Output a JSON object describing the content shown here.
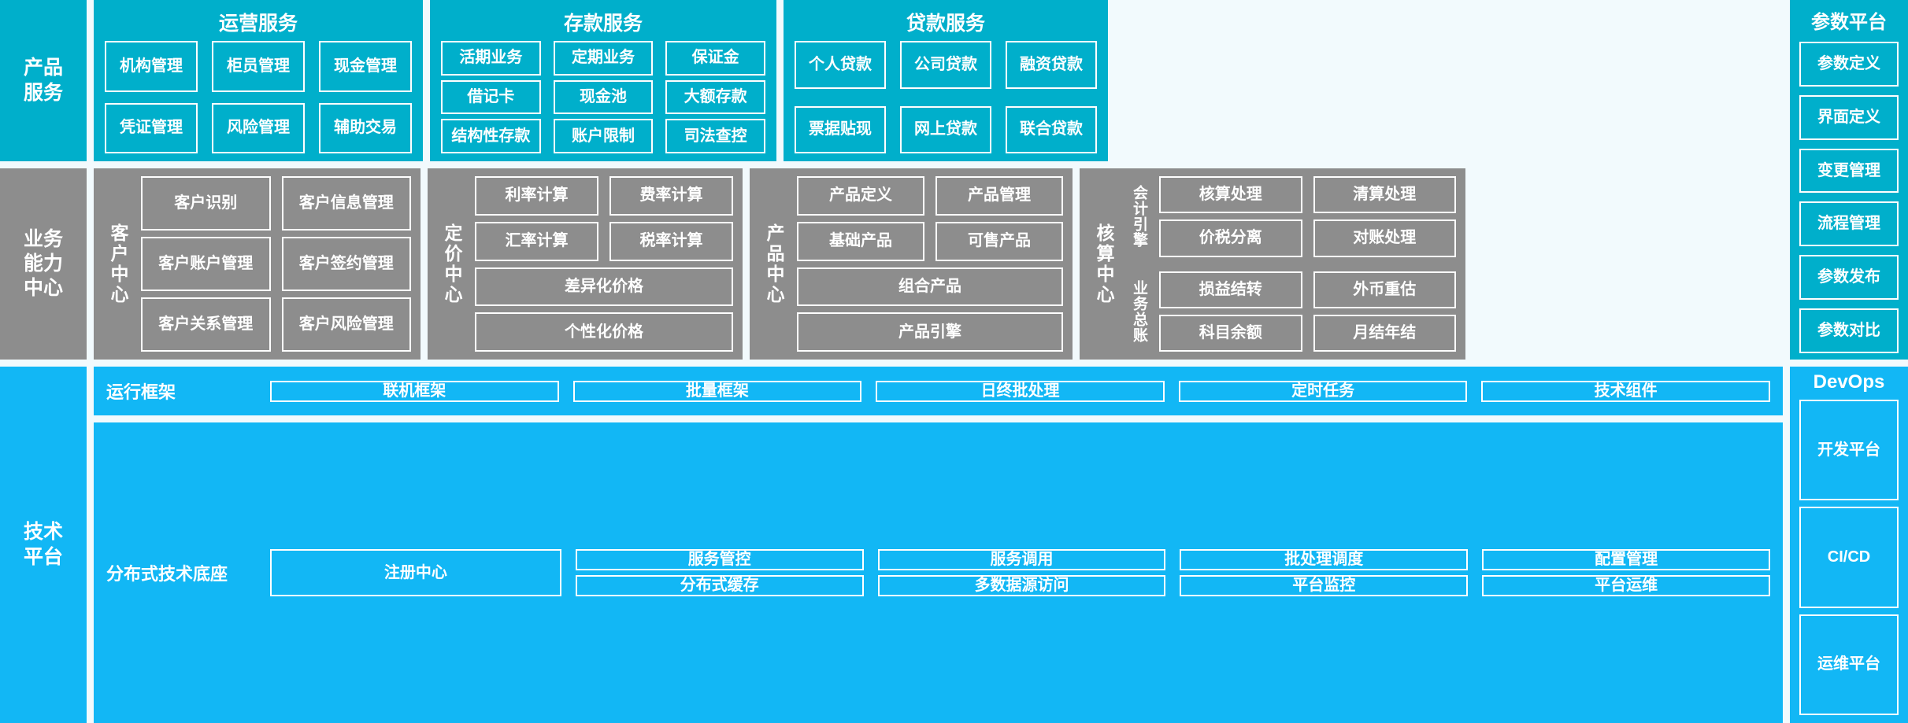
{
  "layers": {
    "product_services": {
      "rail_label": "产品\n服务",
      "groups": [
        {
          "title": "运营服务",
          "items": [
            "机构管理",
            "柜员管理",
            "现金管理",
            "凭证管理",
            "风险管理",
            "辅助交易"
          ]
        },
        {
          "title": "存款服务",
          "items": [
            "活期业务",
            "定期业务",
            "保证金",
            "借记卡",
            "现金池",
            "大额存款",
            "结构性存款",
            "账户限制",
            "司法查控"
          ]
        },
        {
          "title": "贷款服务",
          "items": [
            "个人贷款",
            "公司贷款",
            "融资贷款",
            "票据贴现",
            "网上贷款",
            "联合贷款"
          ]
        }
      ]
    },
    "business_capability": {
      "rail_label": "业务\n能力\n中心",
      "centers": [
        {
          "name": "客户中心",
          "rows": [
            [
              "客户识别",
              "客户信息管理"
            ],
            [
              "客户账户管理",
              "客户签约管理"
            ],
            [
              "客户关系管理",
              "客户风险管理"
            ]
          ]
        },
        {
          "name": "定价中心",
          "rows": [
            [
              "利率计算",
              "费率计算"
            ],
            [
              "汇率计算",
              "税率计算"
            ],
            [
              "差异化价格"
            ],
            [
              "个性化价格"
            ]
          ]
        },
        {
          "name": "产品中心",
          "rows": [
            [
              "产品定义",
              "产品管理"
            ],
            [
              "基础产品",
              "可售产品"
            ],
            [
              "组合产品"
            ],
            [
              "产品引擎"
            ]
          ]
        },
        {
          "name": "核算中心",
          "subgroups": [
            {
              "name": "会计引擎",
              "rows": [
                [
                  "核算处理",
                  "清算处理"
                ],
                [
                  "价税分离",
                  "对账处理"
                ]
              ]
            },
            {
              "name": "业务总账",
              "rows": [
                [
                  "损益结转",
                  "外币重估"
                ],
                [
                  "科目余额",
                  "月结年结"
                ]
              ]
            }
          ]
        }
      ]
    },
    "technical_platform": {
      "rail_label": "技术\n平台",
      "bands": [
        {
          "label": "运行框架",
          "items": [
            "联机框架",
            "批量框架",
            "日终批处理",
            "定时任务",
            "技术组件"
          ]
        },
        {
          "label": "分布式技术底座",
          "feature": "注册中心",
          "columns": [
            [
              "服务管控",
              "分布式缓存"
            ],
            [
              "服务调用",
              "多数据源访问"
            ],
            [
              "批处理调度",
              "平台监控"
            ],
            [
              "配置管理",
              "平台运维"
            ]
          ]
        }
      ]
    },
    "parameter_platform": {
      "title": "参数平台",
      "items": [
        "参数定义",
        "界面定义",
        "变更管理",
        "流程管理",
        "参数发布",
        "参数对比"
      ]
    },
    "devops": {
      "title": "DevOps",
      "items": [
        "开发平台",
        "CI/CD",
        "运维平台"
      ]
    }
  },
  "colors": {
    "service_cyan": "#00AFCB",
    "capability_gray": "#8d8d8d",
    "platform_blue": "#12B7F5",
    "background": "#f2fafd",
    "tile_border": "#ffffff"
  }
}
